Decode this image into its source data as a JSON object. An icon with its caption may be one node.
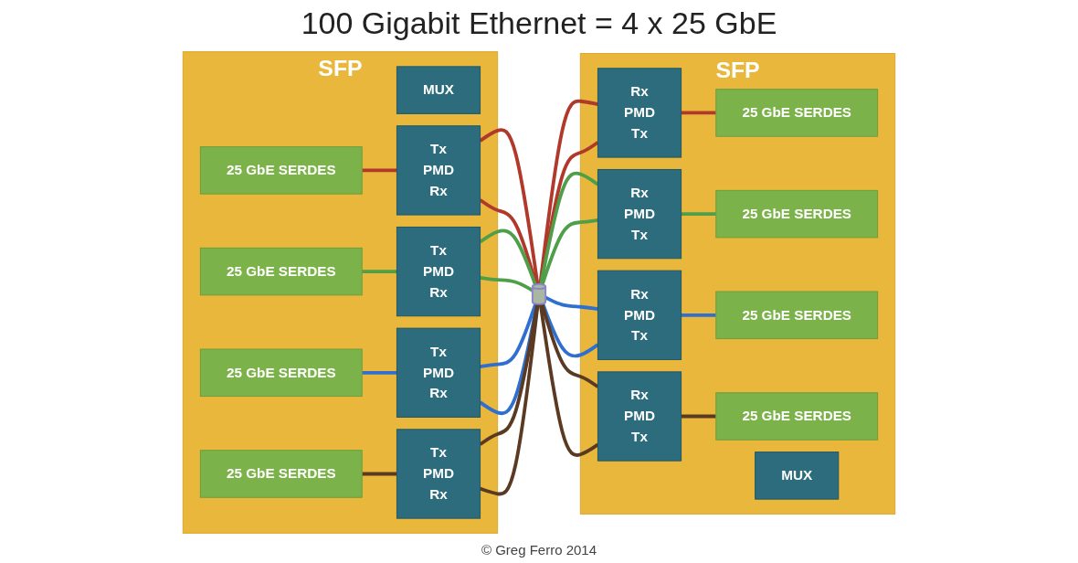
{
  "diagram": {
    "title": "100 Gigabit Ethernet = 4 x 25 GbE",
    "caption": "© Greg Ferro 2014",
    "nodes": [
      {
        "text": [
          "SFP"
        ]
      },
      {
        "text": [
          "MUX"
        ],
        "in": 0
      },
      {
        "text": [
          "25 GbE SERDES"
        ],
        "in": 0
      },
      {
        "text": [
          "25 GbE SERDES"
        ],
        "in": 0
      },
      {
        "text": [
          "25 GbE SERDES"
        ],
        "in": 0
      },
      {
        "text": [
          "25 GbE SERDES"
        ],
        "in": 0
      },
      {
        "text": [
          "Tx",
          "PMD",
          "Rx"
        ],
        "in": 0
      },
      {
        "text": [
          "Tx",
          "PMD",
          "Rx"
        ],
        "in": 0
      },
      {
        "text": [
          "Tx",
          "PMD",
          "Rx"
        ],
        "in": 0
      },
      {
        "text": [
          "Tx",
          "PMD",
          "Rx"
        ],
        "in": 0
      },
      {
        "text": [],
        "shape": "cylinder"
      },
      {
        "text": [
          "SFP"
        ]
      },
      {
        "text": [
          "Rx",
          "PMD",
          "Tx"
        ],
        "in": 11
      },
      {
        "text": [
          "Rx",
          "PMD",
          "Tx"
        ],
        "in": 11
      },
      {
        "text": [
          "Rx",
          "PMD",
          "Tx"
        ],
        "in": 11
      },
      {
        "text": [
          "Rx",
          "PMD",
          "Tx"
        ],
        "in": 11
      },
      {
        "text": [
          "25 GbE SERDES"
        ],
        "in": 11
      },
      {
        "text": [
          "25 GbE SERDES"
        ],
        "in": 11
      },
      {
        "text": [
          "25 GbE SERDES"
        ],
        "in": 11
      },
      {
        "text": [
          "25 GbE SERDES"
        ],
        "in": 11
      },
      {
        "text": [
          "MUX"
        ],
        "in": 11
      }
    ],
    "edges": [
      {
        "from": 2,
        "to": 6,
        "arrow": "none",
        "color": "#b0392b"
      },
      {
        "from": 3,
        "to": 7,
        "arrow": "none",
        "color": "#4f9e4a"
      },
      {
        "from": 4,
        "to": 8,
        "arrow": "none",
        "color": "#2f6fd0"
      },
      {
        "from": 5,
        "to": 9,
        "arrow": "none",
        "color": "#5a3a22"
      },
      {
        "from": 6,
        "to": 10,
        "arrow": "none",
        "color": "#b0392b"
      },
      {
        "from": 6,
        "to": 10,
        "arrow": "none",
        "color": "#b0392b"
      },
      {
        "from": 7,
        "to": 10,
        "arrow": "none",
        "color": "#4f9e4a"
      },
      {
        "from": 7,
        "to": 10,
        "arrow": "none",
        "color": "#4f9e4a"
      },
      {
        "from": 8,
        "to": 10,
        "arrow": "none",
        "color": "#2f6fd0"
      },
      {
        "from": 8,
        "to": 10,
        "arrow": "none",
        "color": "#2f6fd0"
      },
      {
        "from": 9,
        "to": 10,
        "arrow": "none",
        "color": "#5a3a22"
      },
      {
        "from": 9,
        "to": 10,
        "arrow": "none",
        "color": "#5a3a22"
      },
      {
        "from": 10,
        "to": 12,
        "arrow": "none",
        "color": "#b0392b"
      },
      {
        "from": 10,
        "to": 12,
        "arrow": "none",
        "color": "#b0392b"
      },
      {
        "from": 10,
        "to": 13,
        "arrow": "none",
        "color": "#4f9e4a"
      },
      {
        "from": 10,
        "to": 13,
        "arrow": "none",
        "color": "#4f9e4a"
      },
      {
        "from": 10,
        "to": 14,
        "arrow": "none",
        "color": "#2f6fd0"
      },
      {
        "from": 10,
        "to": 14,
        "arrow": "none",
        "color": "#2f6fd0"
      },
      {
        "from": 10,
        "to": 15,
        "arrow": "none",
        "color": "#5a3a22"
      },
      {
        "from": 10,
        "to": 15,
        "arrow": "none",
        "color": "#5a3a22"
      },
      {
        "from": 12,
        "to": 16,
        "arrow": "none",
        "color": "#b0392b"
      },
      {
        "from": 13,
        "to": 17,
        "arrow": "none",
        "color": "#4f9e4a"
      },
      {
        "from": 14,
        "to": 18,
        "arrow": "none",
        "color": "#2f6fd0"
      },
      {
        "from": 15,
        "to": 19,
        "arrow": "none",
        "color": "#5a3a22"
      }
    ]
  }
}
